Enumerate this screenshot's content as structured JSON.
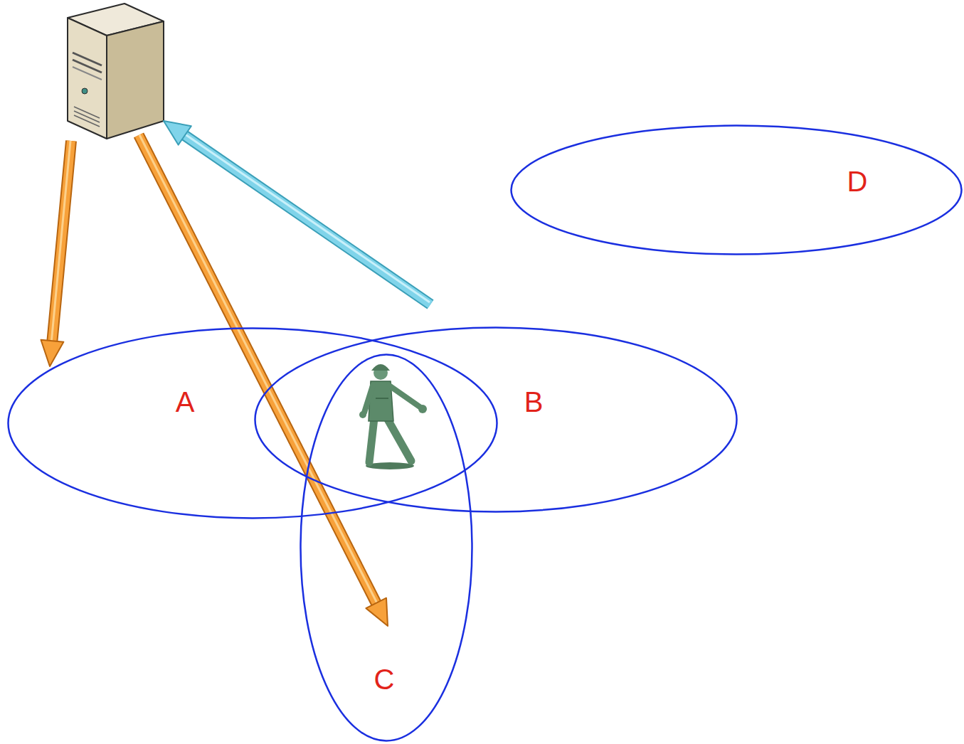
{
  "diagram": {
    "nodes": [
      {
        "text": [
          "D"
        ]
      },
      {
        "text": [
          "A"
        ]
      },
      {
        "text": [
          "B"
        ]
      },
      {
        "text": [
          "C"
        ]
      }
    ]
  }
}
